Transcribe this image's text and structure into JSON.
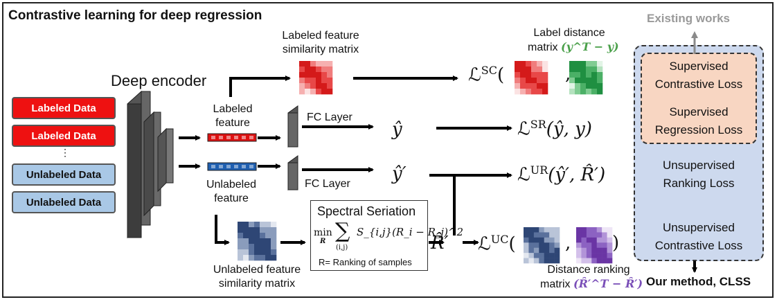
{
  "title": "Contrastive learning for deep regression",
  "encoder_label": "Deep encoder",
  "data_inputs": {
    "labeled_1": "Labeled Data",
    "labeled_2": "Labeled Data",
    "ellipsis": "⋮",
    "unlabeled_1": "Unlabeled Data",
    "unlabeled_2": "Unlabeled Data"
  },
  "features": {
    "labeled": "Labeled feature",
    "unlabeled": "Unlabeled feature"
  },
  "fc_layer_top": "FC Layer",
  "fc_layer_bottom": "FC Layer",
  "labeled_sim_matrix": "Labeled feature similarity matrix",
  "unlabeled_sim_matrix": "Unlabeled feature similarity matrix",
  "label_distance": {
    "line1": "Label distance",
    "line2": "matrix",
    "formula": "(y^T − y)"
  },
  "distance_ranking": {
    "line1": "Distance ranking",
    "line2": "matrix",
    "formula": "(R̂′^T − R̂′)"
  },
  "spectral": {
    "title": "Spectral Seriation",
    "min": "min",
    "min_sub": "R",
    "sum_sub": "(i,j)",
    "expr": "S_{i,j}(R_i − R_j)^2",
    "ranking_note": "R= Ranking of samples"
  },
  "outputs": {
    "y_hat": "ŷ",
    "y_hat_prime": "ŷ′",
    "r_hat_prime": "R̂′"
  },
  "losses": {
    "sc_prefix": "ℒ",
    "sc_sup": "SC",
    "sr": "ℒ",
    "sr_sup": "SR",
    "sr_args": "(ŷ, y)",
    "ur": "ℒ",
    "ur_sup": "UR",
    "ur_args": "(ŷ′, R̂′)",
    "uc": "ℒ",
    "uc_sup": "UC"
  },
  "panel": {
    "existing_works": "Existing works",
    "sup_contrastive": [
      "Supervised",
      "Contrastive Loss"
    ],
    "sup_regression": [
      "Supervised",
      "Regression Loss"
    ],
    "unsup_ranking": [
      "Unsupervised",
      "Ranking Loss"
    ],
    "unsup_contrastive": [
      "Unsupervised",
      "Contrastive Loss"
    ],
    "our_method": "Our method, CLSS"
  },
  "colors": {
    "labeled_red": "#ee1111",
    "unlabeled_blue": "#a9c8e6",
    "feature_red": "#dd1111",
    "feature_blue": "#1f5fb0",
    "panel_blue": "#cdd9ee",
    "panel_peach": "#f8d6c2",
    "green_text": "#4aa04a",
    "purple_text": "#7a4fb8"
  }
}
